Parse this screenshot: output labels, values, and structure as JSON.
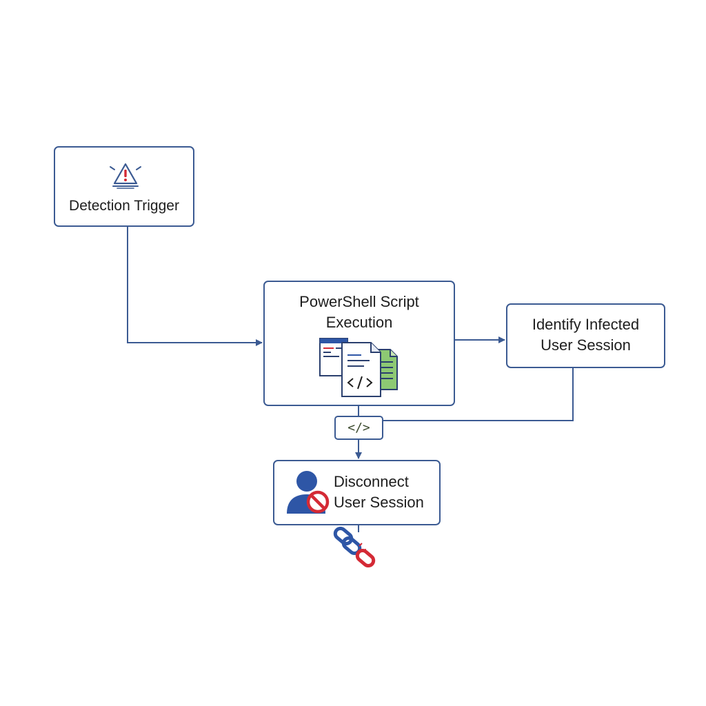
{
  "diagram": {
    "nodes": {
      "detection": {
        "lines": [
          "Detection Trigger"
        ],
        "icon": "alert-triangle-icon"
      },
      "powershell": {
        "lines": [
          "PowerShell Script",
          "Execution"
        ],
        "icon": "script-files-icon"
      },
      "identify": {
        "lines": [
          "Identify Infected",
          "User Session"
        ]
      },
      "code": {
        "label": "</>",
        "icon": "code-icon"
      },
      "disconnect": {
        "lines": [
          "Disconnect",
          "User Session"
        ],
        "icon": "user-blocked-icon"
      }
    },
    "edges": [
      {
        "from": "detection",
        "to": "powershell"
      },
      {
        "from": "powershell",
        "to": "identify"
      },
      {
        "from": "identify",
        "to": "code"
      },
      {
        "from": "powershell",
        "to": "disconnect"
      }
    ],
    "extra_icons": [
      "broken-chain-icon"
    ],
    "colors": {
      "stroke": "#3b5a92",
      "alert_red": "#d42a35",
      "user_blue": "#2e56a6",
      "code_green": "#8dc973"
    }
  }
}
